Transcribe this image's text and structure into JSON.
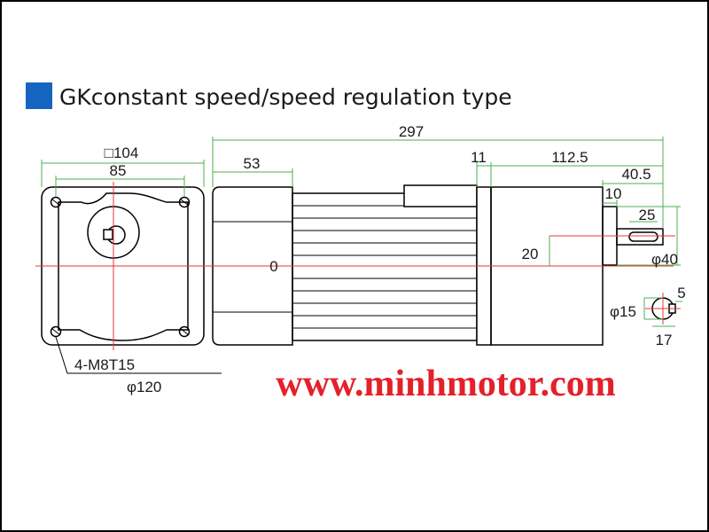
{
  "colors": {
    "accent_square": "#1565c0",
    "dimension_lines": "#4caf50",
    "center_lines": "#e53935",
    "website": "#e4202a"
  },
  "title": "GKconstant speed/speed regulation type",
  "website": "www.minhmotor.com",
  "dims": {
    "flange_square": "□104",
    "bolt_pitch": "85",
    "mount_holes": "4-M8T15",
    "pcd": "φ120",
    "total_length": "297",
    "motor_end": "53",
    "flange_gap": "11",
    "gearbox_length": "112.5",
    "shaft_length": "40.5",
    "boss_length": "10",
    "key_length": "25",
    "shaft_height": "20",
    "boss_diameter": "φ40",
    "shaft_diameter": "φ15",
    "key_width": "5",
    "key_height": "17",
    "zero_label": "0"
  }
}
